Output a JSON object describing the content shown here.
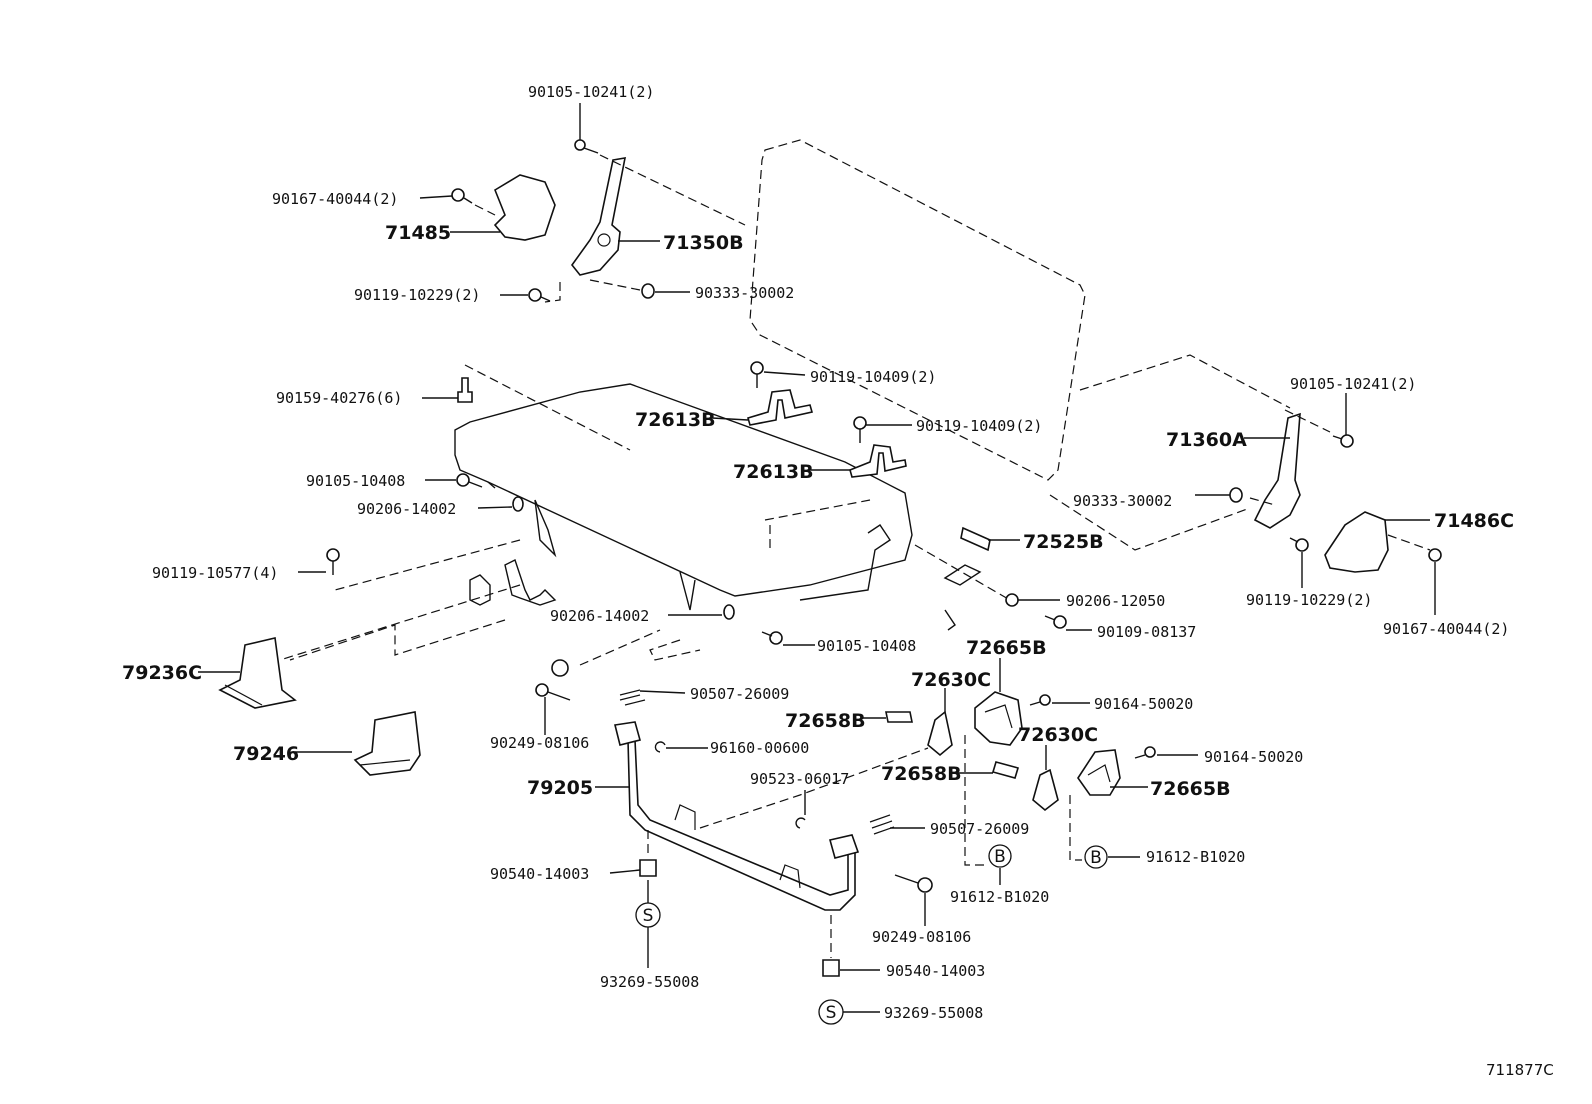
{
  "callouts": {
    "p90105_10241_top": "90105-10241(2)",
    "p90167_40044_left": "90167-40044(2)",
    "p71485": "71485",
    "p71350B": "71350B",
    "p90119_10229_left": "90119-10229(2)",
    "p90333_30002_top": "90333-30002",
    "p90159_40276": "90159-40276(6)",
    "p90119_10409_a": "90119-10409(2)",
    "p72613B_a": "72613B",
    "p90119_10409_b": "90119-10409(2)",
    "p72613B_b": "72613B",
    "p90105_10408_a": "90105-10408",
    "p90206_14002_a": "90206-14002",
    "p90119_10577": "90119-10577(4)",
    "p79236C": "79236C",
    "p90206_14002_b": "90206-14002",
    "p90105_10408_b": "90105-10408",
    "p90507_26009_a": "90507-26009",
    "p90249_08106_a": "90249-08106",
    "p96160_00600": "96160-00600",
    "p79246": "79246",
    "p79205": "79205",
    "p90523_06017": "90523-06017",
    "p90507_26009_b": "90507-26009",
    "p90540_14003_a": "90540-14003",
    "p93269_55008_a": "93269-55008",
    "p90249_08106_b": "90249-08106",
    "p90540_14003_b": "90540-14003",
    "p93269_55008_b": "93269-55008",
    "p90105_10241_right": "90105-10241(2)",
    "p71360A": "71360A",
    "p90333_30002_right": "90333-30002",
    "p71486C": "71486C",
    "p72525B": "72525B",
    "p90119_10229_right": "90119-10229(2)",
    "p90167_40044_right": "90167-40044(2)",
    "p90206_12050": "90206-12050",
    "p90109_08137": "90109-08137",
    "p72665B_a": "72665B",
    "p72630C_a": "72630C",
    "p90164_50020_a": "90164-50020",
    "p72658B_a": "72658B",
    "p72630C_b": "72630C",
    "p90164_50020_b": "90164-50020",
    "p72658B_b": "72658B",
    "p72665B_b": "72665B",
    "p91612_B1020_a": "91612-B1020",
    "p91612_B1020_b": "91612-B1020"
  },
  "ref_marks": {
    "b_letter": "B",
    "s_letter": "S"
  },
  "figure_id": "711877C"
}
